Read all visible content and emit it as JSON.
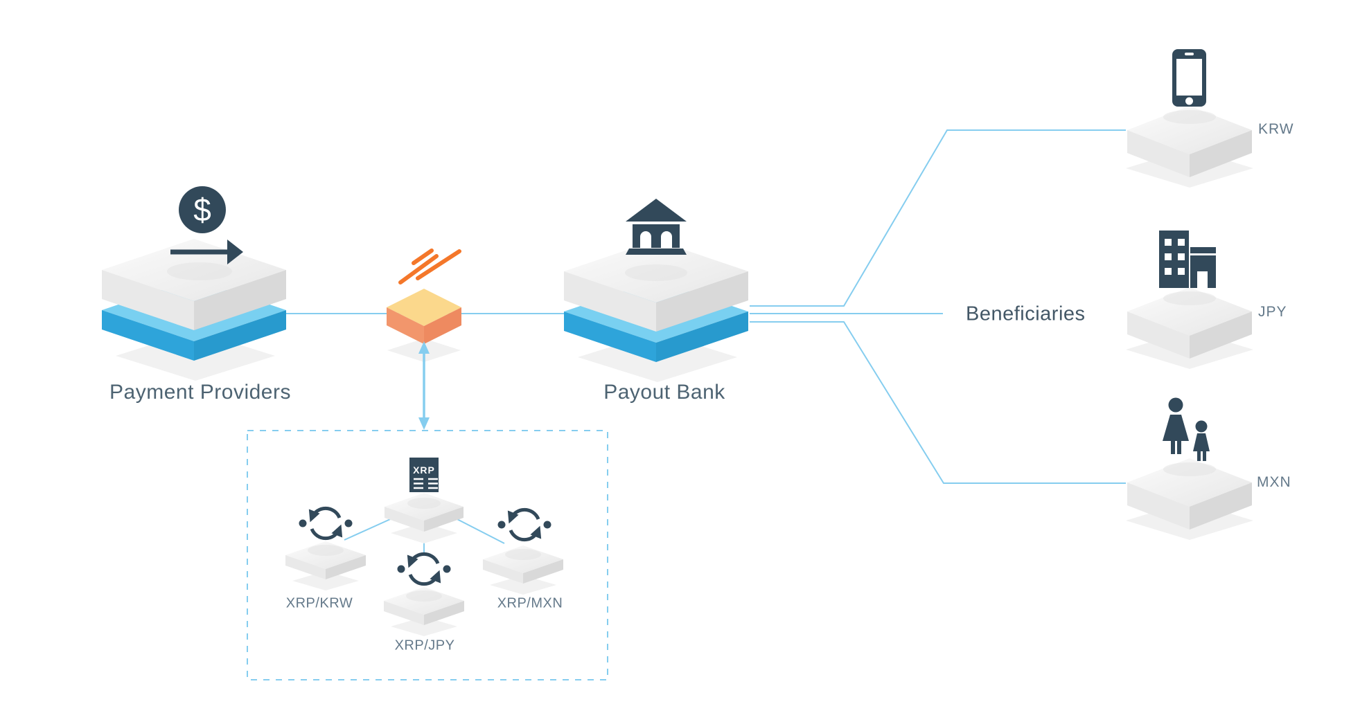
{
  "diagram": {
    "payment_providers": {
      "label": "Payment Providers"
    },
    "payout_bank": {
      "label": "Payout Bank"
    },
    "beneficiaries": {
      "label": "Beneficiaries",
      "items": [
        {
          "currency": "KRW",
          "icon": "smartphone-icon"
        },
        {
          "currency": "JPY",
          "icon": "buildings-icon"
        },
        {
          "currency": "MXN",
          "icon": "family-icon"
        }
      ]
    },
    "connector": {
      "dollar_symbol": "$"
    },
    "fx_box": {
      "ledger_label": "XRP",
      "pairs": [
        "XRP/KRW",
        "XRP/JPY",
        "XRP/MXN"
      ]
    },
    "colors": {
      "line_blue": "#85cdef",
      "icon_slate": "#32495a",
      "platform_blue": "#2ea4da",
      "cube_orange_top": "#fbd88c",
      "cube_orange_side": "#f0936b",
      "speed_line_orange": "#f4772a",
      "label_dark": "#4d6372",
      "label_grey": "#64798a"
    }
  }
}
